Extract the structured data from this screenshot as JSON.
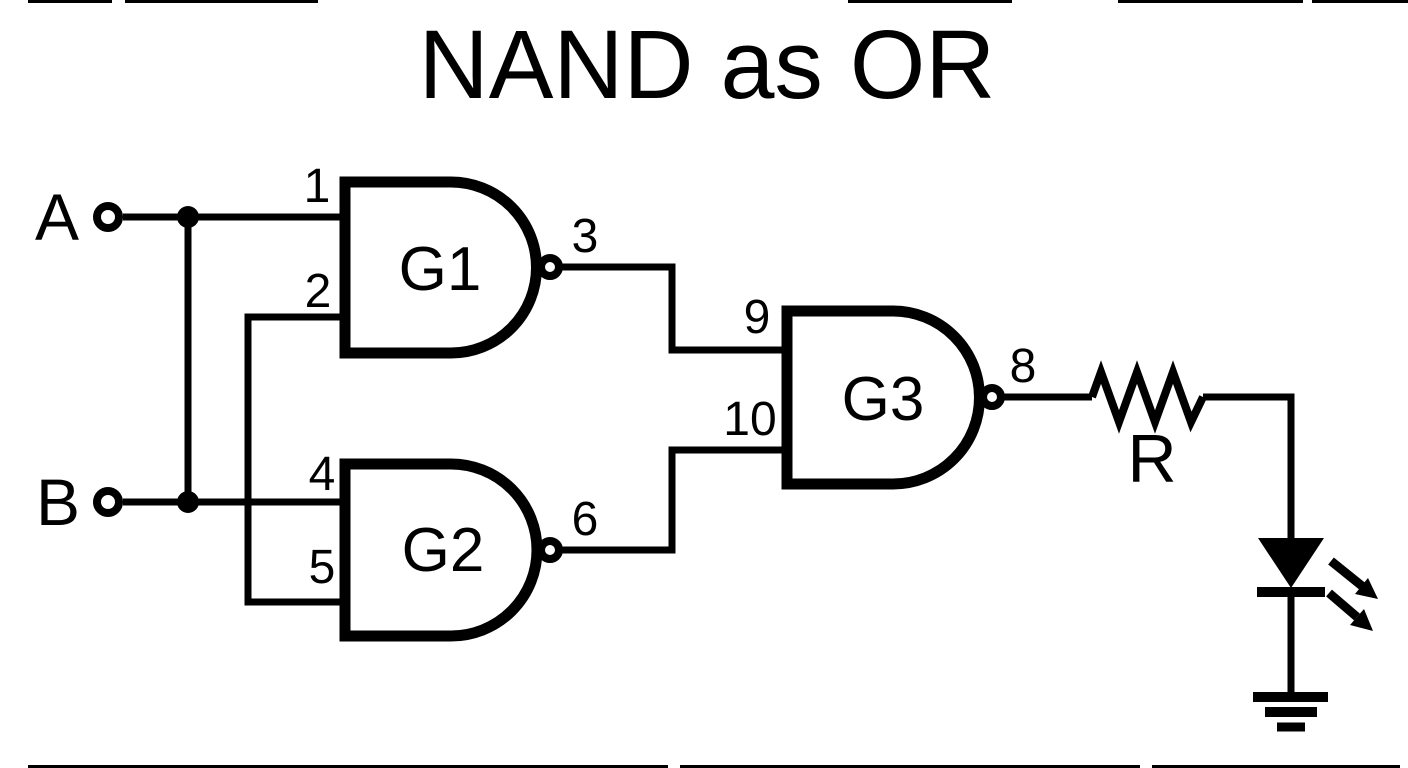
{
  "title": "NAND as OR",
  "colors": {
    "ink": "#000000",
    "background": "#ffffff"
  },
  "inputs": [
    {
      "label": "A"
    },
    {
      "label": "B"
    }
  ],
  "gates": [
    {
      "label": "G1",
      "type": "NAND",
      "input_pins": [
        "1",
        "2"
      ],
      "output_pin": "3"
    },
    {
      "label": "G2",
      "type": "NAND",
      "input_pins": [
        "4",
        "5"
      ],
      "output_pin": "6"
    },
    {
      "label": "G3",
      "type": "NAND",
      "input_pins": [
        "9",
        "10"
      ],
      "output_pin": "8"
    }
  ],
  "resistor": {
    "label": "R"
  },
  "icons": {
    "led": "led-diode-icon",
    "ground": "ground-icon",
    "resistor": "resistor-icon",
    "nand_gate": "nand-gate-icon"
  },
  "wiring": [
    "A terminal wire to G1 pin 1, junction dot on A wire",
    "vertical tie from A-wire junction down to B-wire junction",
    "B terminal wire to G2 pin 4",
    "G1 pin 2 tied to G2 pin 5 by vertical wire crossing B wire without a dot",
    "G1 output pin 3 routes right-down to G3 pin 9",
    "G2 output pin 6 routes right-up to G3 pin 10",
    "G3 output pin 8 through resistor R to LED to ground"
  ]
}
